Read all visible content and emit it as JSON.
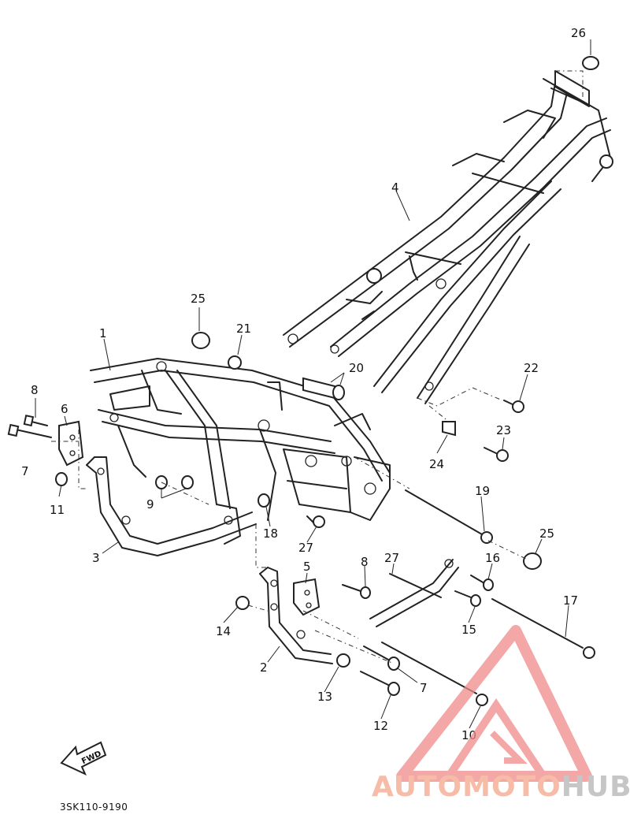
{
  "diagram_code": "3SK110-9190",
  "direction_arrow": {
    "label": "FWD",
    "icon": "forward-arrow-icon"
  },
  "callouts": [
    {
      "id": "c1",
      "label": "1"
    },
    {
      "id": "c2",
      "label": "2"
    },
    {
      "id": "c3",
      "label": "3"
    },
    {
      "id": "c4",
      "label": "4"
    },
    {
      "id": "c5",
      "label": "5"
    },
    {
      "id": "c6",
      "label": "6"
    },
    {
      "id": "c7a",
      "label": "7"
    },
    {
      "id": "c7b",
      "label": "7"
    },
    {
      "id": "c8a",
      "label": "8"
    },
    {
      "id": "c8b",
      "label": "8"
    },
    {
      "id": "c9",
      "label": "9"
    },
    {
      "id": "c10",
      "label": "10"
    },
    {
      "id": "c11",
      "label": "11"
    },
    {
      "id": "c12",
      "label": "12"
    },
    {
      "id": "c13",
      "label": "13"
    },
    {
      "id": "c14",
      "label": "14"
    },
    {
      "id": "c15",
      "label": "15"
    },
    {
      "id": "c16",
      "label": "16"
    },
    {
      "id": "c17",
      "label": "17"
    },
    {
      "id": "c18",
      "label": "18"
    },
    {
      "id": "c19",
      "label": "19"
    },
    {
      "id": "c20",
      "label": "20"
    },
    {
      "id": "c21",
      "label": "21"
    },
    {
      "id": "c22",
      "label": "22"
    },
    {
      "id": "c23",
      "label": "23"
    },
    {
      "id": "c24",
      "label": "24"
    },
    {
      "id": "c25a",
      "label": "25"
    },
    {
      "id": "c25b",
      "label": "25"
    },
    {
      "id": "c26",
      "label": "26"
    },
    {
      "id": "c27a",
      "label": "27"
    },
    {
      "id": "c27b",
      "label": "27"
    }
  ],
  "watermark": {
    "text_part1": "AUTOMOTO",
    "text_part2": "HUB",
    "colors": {
      "part1": "#f4a68a",
      "part2": "#b3b3b3",
      "logo": "#f08a8a"
    }
  }
}
